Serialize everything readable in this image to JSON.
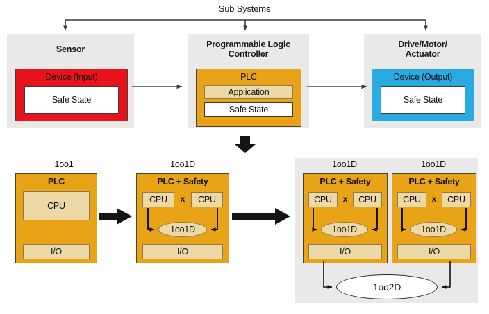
{
  "diagram": {
    "title": "Sub Systems",
    "colors": {
      "sensor_device": "#e8131b",
      "plc_device": "#e8a317",
      "output_device": "#29abe2",
      "panel_background": "#e9e9e9",
      "tan": "#ecd9a6",
      "arrow_thin": "#555555",
      "arrow_thick": "#111111"
    },
    "subsystems": [
      {
        "panel_title": "Sensor",
        "device_label": "Device (Input)",
        "device_color": "#e8131b",
        "inner": [
          "Safe State"
        ]
      },
      {
        "panel_title": "Programmable Logic\nController",
        "panel_title_line1": "Programmable Logic",
        "panel_title_line2": "Controller",
        "device_label": "PLC",
        "device_color": "#e8a317",
        "inner": [
          "Application",
          "Safe State"
        ],
        "application_label": "Application",
        "safe_state_label": "Safe State"
      },
      {
        "panel_title": "Drive/Motor/\nActuator",
        "panel_title_line1": "Drive/Motor/",
        "panel_title_line2": "Actuator",
        "device_label": "Device (Output)",
        "device_color": "#29abe2",
        "inner": [
          "Safe State"
        ]
      }
    ],
    "architectures": [
      {
        "label": "1oo1",
        "box_title": "PLC",
        "cpu_label": "CPU",
        "io_label": "I/O",
        "redundant": false
      },
      {
        "label": "1oo1D",
        "box_title": "PLC + Safety",
        "cpu_left": "CPU",
        "cpu_right": "CPU",
        "cross": "x",
        "vote_label": "1oo1D",
        "io_label": "I/O",
        "redundant": true
      },
      {
        "label": "1oo1D",
        "box_title": "PLC + Safety",
        "cpu_left": "CPU",
        "cpu_right": "CPU",
        "cross": "x",
        "vote_label": "1oo1D",
        "io_label": "I/O",
        "redundant": true
      },
      {
        "label": "1oo1D",
        "box_title": "PLC + Safety",
        "cpu_left": "CPU",
        "cpu_right": "CPU",
        "cross": "x",
        "vote_label": "1oo1D",
        "io_label": "I/O",
        "redundant": true
      }
    ],
    "final_vote": "1oo2D"
  }
}
